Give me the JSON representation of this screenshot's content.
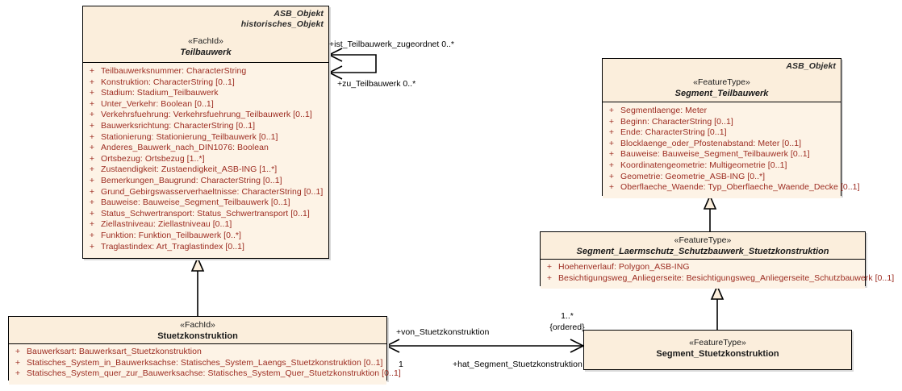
{
  "diagram": {
    "type": "uml-class-diagram",
    "colors": {
      "class_fill_header": "#fbeedc",
      "class_fill_body": "#fdf3e6",
      "class_border": "#000000",
      "attribute_text": "#9c2b20",
      "label_text": "#000000",
      "meta_text": "#2a2a2a",
      "background": "#ffffff"
    }
  },
  "classes": {
    "teilbauwerk": {
      "meta_lines": [
        "ASB_Objekt",
        "historisches_Objekt"
      ],
      "stereotype": "«FachId»",
      "name": "Teilbauwerk",
      "attributes": [
        {
          "visibility": "+",
          "text": "Teilbauwerksnummer: CharacterString"
        },
        {
          "visibility": "+",
          "text": "Konstruktion: CharacterString [0..1]"
        },
        {
          "visibility": "+",
          "text": "Stadium: Stadium_Teilbauwerk"
        },
        {
          "visibility": "+",
          "text": "Unter_Verkehr: Boolean [0..1]"
        },
        {
          "visibility": "+",
          "text": "Verkehrsfuehrung: Verkehrsfuehrung_Teilbauwerk [0..1]"
        },
        {
          "visibility": "+",
          "text": "Bauwerksrichtung: CharacterString [0..1]"
        },
        {
          "visibility": "+",
          "text": "Stationierung: Stationierung_Teilbauwerk [0..1]"
        },
        {
          "visibility": "+",
          "text": "Anderes_Bauwerk_nach_DIN1076: Boolean"
        },
        {
          "visibility": "+",
          "text": "Ortsbezug: Ortsbezug [1..*]"
        },
        {
          "visibility": "+",
          "text": "Zustaendigkeit: Zustaendigkeit_ASB-ING [1..*]"
        },
        {
          "visibility": "+",
          "text": "Bemerkungen_Baugrund: CharacterString [0..1]"
        },
        {
          "visibility": "+",
          "text": "Grund_Gebirgswasserverhaeltnisse: CharacterString [0..1]"
        },
        {
          "visibility": "+",
          "text": "Bauweise: Bauweise_Segment_Teilbauwerk [0..1]"
        },
        {
          "visibility": "+",
          "text": "Status_Schwertransport: Status_Schwertransport [0..1]"
        },
        {
          "visibility": "+",
          "text": "Ziellastniveau: Ziellastniveau [0..1]"
        },
        {
          "visibility": "+",
          "text": "Funktion: Funktion_Teilbauwerk [0..*]"
        },
        {
          "visibility": "+",
          "text": "Traglastindex: Art_Traglastindex [0..1]"
        }
      ]
    },
    "segment_teilbauwerk": {
      "meta_lines": [
        "ASB_Objekt"
      ],
      "stereotype": "«FeatureType»",
      "name": "Segment_Teilbauwerk",
      "attributes": [
        {
          "visibility": "+",
          "text": "Segmentlaenge: Meter"
        },
        {
          "visibility": "+",
          "text": "Beginn: CharacterString [0..1]"
        },
        {
          "visibility": "+",
          "text": "Ende: CharacterString [0..1]"
        },
        {
          "visibility": "+",
          "text": "Blocklaenge_oder_Pfostenabstand: Meter [0..1]"
        },
        {
          "visibility": "+",
          "text": "Bauweise: Bauweise_Segment_Teilbauwerk [0..1]"
        },
        {
          "visibility": "+",
          "text": "Koordinatengeometrie: Multigeometrie [0..1]"
        },
        {
          "visibility": "+",
          "text": "Geometrie: Geometrie_ASB-ING [0..*]"
        },
        {
          "visibility": "+",
          "text": "Oberflaeche_Waende: Typ_Oberflaeche_Waende_Decke [0..1]"
        }
      ]
    },
    "segment_laermschutz": {
      "meta_lines": [],
      "stereotype": "«FeatureType»",
      "name": "Segment_Laermschutz_Schutzbauwerk_Stuetzkonstruktion",
      "attributes": [
        {
          "visibility": "+",
          "text": "Hoehenverlauf: Polygon_ASB-ING"
        },
        {
          "visibility": "+",
          "text": "Besichtigungsweg_Anliegerseite: Besichtigungsweg_Anliegerseite_Schutzbauwerk [0..1]"
        }
      ]
    },
    "stuetzkonstruktion": {
      "meta_lines": [],
      "stereotype": "«FachId»",
      "name": "Stuetzkonstruktion",
      "attributes": [
        {
          "visibility": "+",
          "text": "Bauwerksart: Bauwerksart_Stuetzkonstruktion"
        },
        {
          "visibility": "+",
          "text": "Statisches_System_in_Bauwerksachse: Statisches_System_Laengs_Stuetzkonstruktion [0..1]"
        },
        {
          "visibility": "+",
          "text": "Statisches_System_quer_zur_Bauwerksachse: Statisches_System_Quer_Stuetzkonstruktion [0..1]"
        }
      ]
    },
    "segment_stuetzkonstruktion": {
      "meta_lines": [],
      "stereotype": "«FeatureType»",
      "name": "Segment_Stuetzkonstruktion",
      "attributes": []
    }
  },
  "relationships": {
    "self_assoc_top": "+ist_Teilbauwerk_zugeordnet 0..*",
    "self_assoc_bottom": "+zu_Teilbauwerk 0..*",
    "assoc_von": "+von_Stuetzkonstruktion",
    "assoc_hat": "+hat_Segment_Stuetzkonstruktion",
    "mult_source": "1",
    "mult_target": "1..*",
    "mult_target_constraint": "{ordered}"
  }
}
